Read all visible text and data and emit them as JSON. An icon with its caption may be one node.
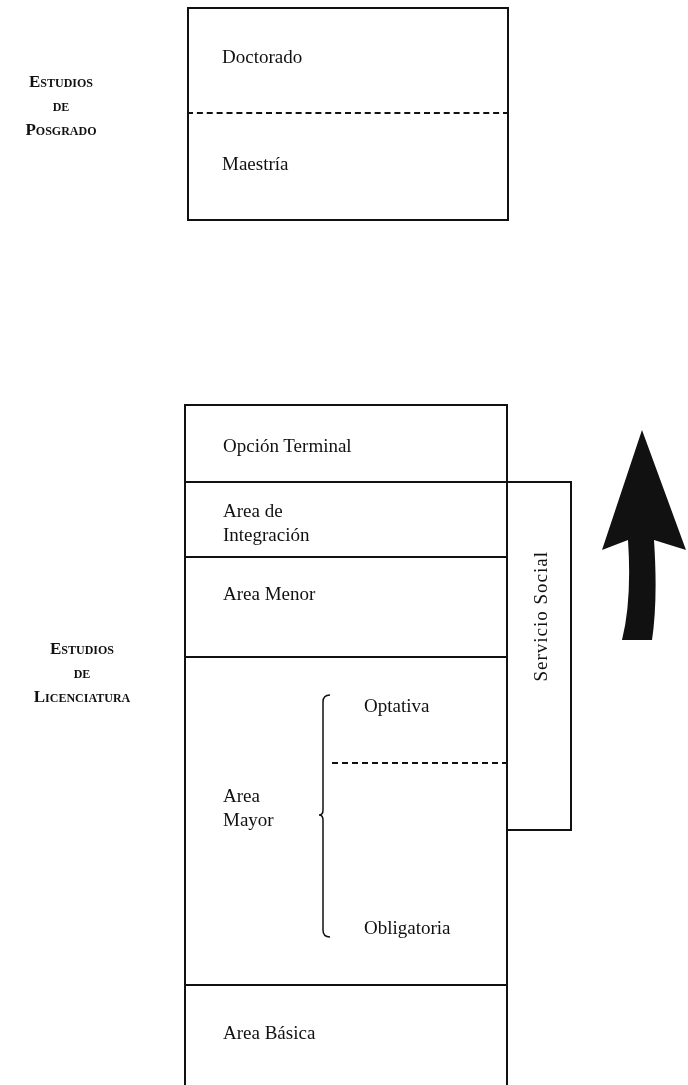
{
  "diagram": {
    "nodes": [
      {
        "text": [
          "Doctorado"
        ]
      },
      {
        "text": [
          "Maestría"
        ]
      },
      {
        "text": [
          "Opción Terminal"
        ]
      },
      {
        "text": [
          "Area de Integración"
        ]
      },
      {
        "text": [
          "Area Menor"
        ]
      },
      {
        "text": [
          "Area Mayor"
        ]
      },
      {
        "text": [
          "Optativa"
        ],
        "in": 5
      },
      {
        "text": [
          "Obligatoria"
        ],
        "in": 5
      },
      {
        "text": [
          "Area Básica"
        ]
      },
      {
        "text": [
          "Servicio Social"
        ]
      }
    ],
    "labels": [
      "Estudios de Posgrado",
      "Estudios de Licenciatura"
    ]
  }
}
